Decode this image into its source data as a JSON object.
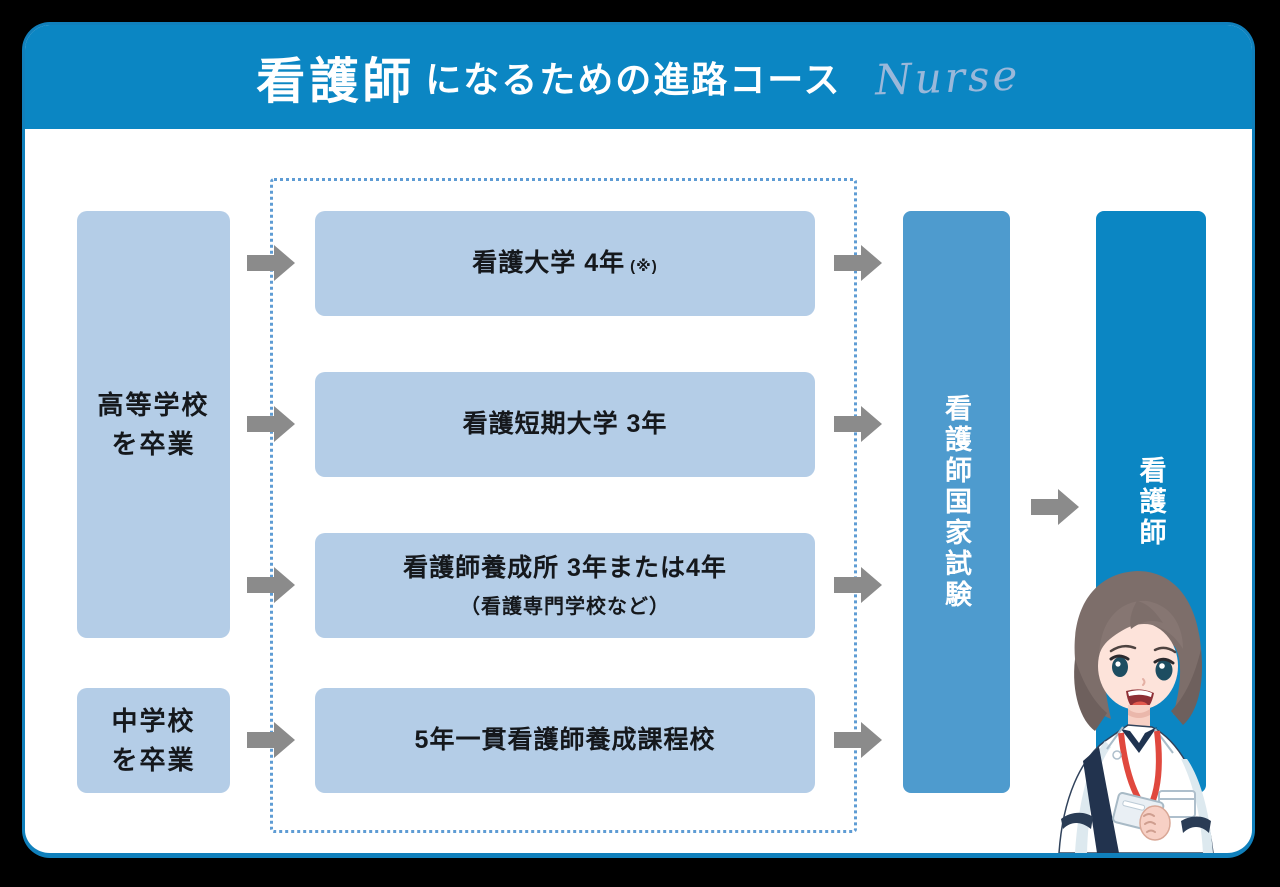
{
  "header": {
    "title_main": "看護師",
    "title_rest": "になるための進路コース",
    "title_script": "Nurse"
  },
  "sources": [
    {
      "line1": "高等学校",
      "line2": "を卒業"
    },
    {
      "line1": "中学校",
      "line2": "を卒業"
    }
  ],
  "paths": [
    {
      "label": "看護大学 4年",
      "note": "(※)"
    },
    {
      "label": "看護短期大学 3年"
    },
    {
      "label": "看護師養成所 3年または4年",
      "sub": "（看護専門学校など）"
    },
    {
      "label": "5年一貫看護師養成課程校"
    }
  ],
  "exam": {
    "label": "看護師国家試験"
  },
  "result": {
    "label": "看護師"
  },
  "icons": {
    "flow_arrow": "right-block-arrow",
    "illustration": "nurse-character"
  },
  "colors": {
    "primary_blue": "#0b86c3",
    "exam_blue": "#4e9bce",
    "light_blue_box": "#b4cde7",
    "dotted_outline": "#5e9cd4",
    "arrow_gray": "#8b8b8b",
    "script_text": "#9ab8da",
    "card_border": "#1080bc",
    "background": "#000000"
  }
}
